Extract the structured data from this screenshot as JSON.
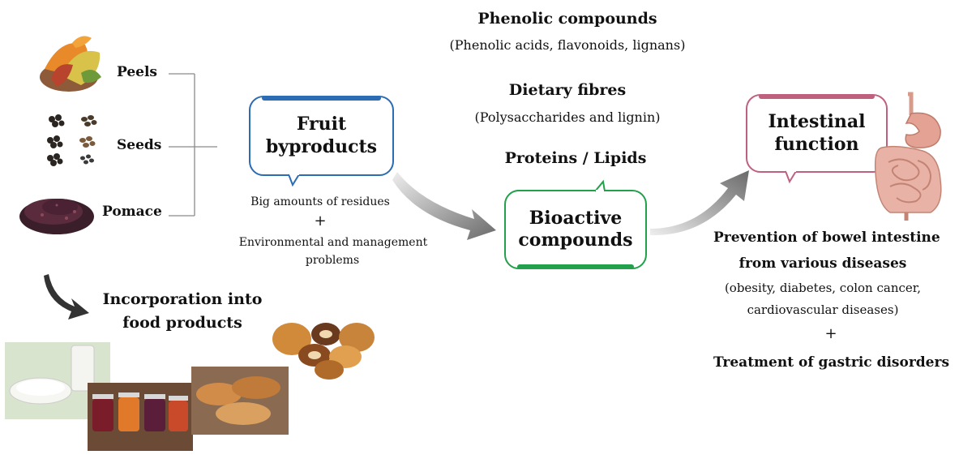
{
  "colors": {
    "fruit_border": "#2b6cb5",
    "bioactive_border": "#22a04b",
    "intestinal_border": "#c0607f",
    "arrow_grey": "#777777",
    "bracket_grey": "#8a8a8a"
  },
  "sources": [
    "Peels",
    "Seeds",
    "Pomace"
  ],
  "fruit_byproducts": {
    "line1": "Fruit",
    "line2": "byproducts",
    "note_line1": "Big amounts of residues",
    "note_plus": "+",
    "note_line2": "Environmental and management",
    "note_line3": "problems"
  },
  "compounds": {
    "phenolic_title": "Phenolic compounds",
    "phenolic_sub": "(Phenolic acids, flavonoids, lignans)",
    "fibres_title": "Dietary fibres",
    "fibres_sub": "(Polysaccharides and lignin)",
    "proteins_title": "Proteins / Lipids"
  },
  "bioactive": {
    "line1": "Bioactive",
    "line2": "compounds"
  },
  "intestinal": {
    "line1": "Intestinal",
    "line2": "function",
    "benefit_line1": "Prevention of bowel intestine",
    "benefit_line2": "from various diseases",
    "benefit_line3": "(obesity, diabetes, colon cancer,",
    "benefit_line4": "cardiovascular diseases)",
    "benefit_plus": "+",
    "treatment": "Treatment of gastric disorders"
  },
  "incorporation": {
    "line1": "Incorporation into",
    "line2": "food products"
  },
  "icons": {
    "peels": "fruit-peels-photo",
    "seeds": "seeds-photo",
    "pomace": "pomace-photo",
    "intestine": "digestive-system-icon",
    "food": "food-products-photo"
  }
}
